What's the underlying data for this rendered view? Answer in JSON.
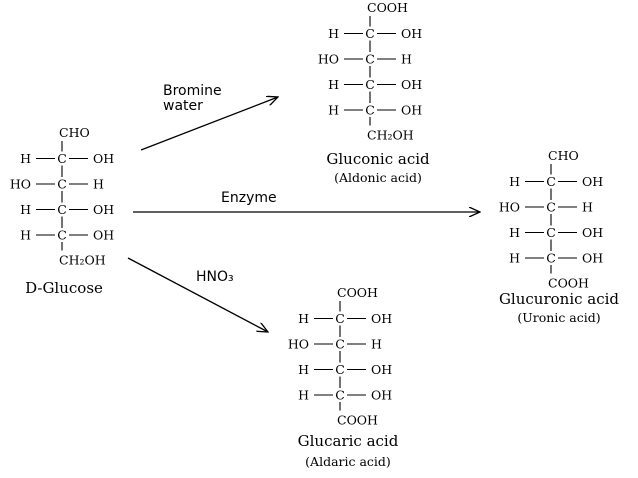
{
  "molecules": [
    {
      "key": "glucose",
      "top_group": "CHO",
      "rows": [
        {
          "left": "H",
          "center": "C",
          "right": "OH"
        },
        {
          "left": "HO",
          "center": "C",
          "right": "H"
        },
        {
          "left": "H",
          "center": "C",
          "right": "OH"
        },
        {
          "left": "H",
          "center": "C",
          "right": "OH"
        }
      ],
      "bottom_group": "CH₂OH",
      "name": "D-Glucose",
      "subtitle": ""
    },
    {
      "key": "gluconic",
      "top_group": "COOH",
      "rows": [
        {
          "left": "H",
          "center": "C",
          "right": "OH"
        },
        {
          "left": "HO",
          "center": "C",
          "right": "H"
        },
        {
          "left": "H",
          "center": "C",
          "right": "OH"
        },
        {
          "left": "H",
          "center": "C",
          "right": "OH"
        }
      ],
      "bottom_group": "CH₂OH",
      "name": "Gluconic acid",
      "subtitle": "(Aldonic acid)"
    },
    {
      "key": "glucuronic",
      "top_group": "CHO",
      "rows": [
        {
          "left": "H",
          "center": "C",
          "right": "OH"
        },
        {
          "left": "HO",
          "center": "C",
          "right": "H"
        },
        {
          "left": "H",
          "center": "C",
          "right": "OH"
        },
        {
          "left": "H",
          "center": "C",
          "right": "OH"
        }
      ],
      "bottom_group": "COOH",
      "name": "Glucuronic acid",
      "subtitle": "(Uronic acid)"
    },
    {
      "key": "glucaric",
      "top_group": "COOH",
      "rows": [
        {
          "left": "H",
          "center": "C",
          "right": "OH"
        },
        {
          "left": "HO",
          "center": "C",
          "right": "H"
        },
        {
          "left": "H",
          "center": "C",
          "right": "OH"
        },
        {
          "left": "H",
          "center": "C",
          "right": "OH"
        }
      ],
      "bottom_group": "COOH",
      "name": "Glucaric acid",
      "subtitle": "(Aldaric acid)"
    }
  ],
  "reactions": [
    {
      "key": "bromine",
      "label_lines": [
        "Bromine",
        "water"
      ]
    },
    {
      "key": "enzyme",
      "label_lines": [
        "Enzyme"
      ]
    },
    {
      "key": "hno3",
      "label_lines": [
        "HNO₃"
      ]
    }
  ]
}
